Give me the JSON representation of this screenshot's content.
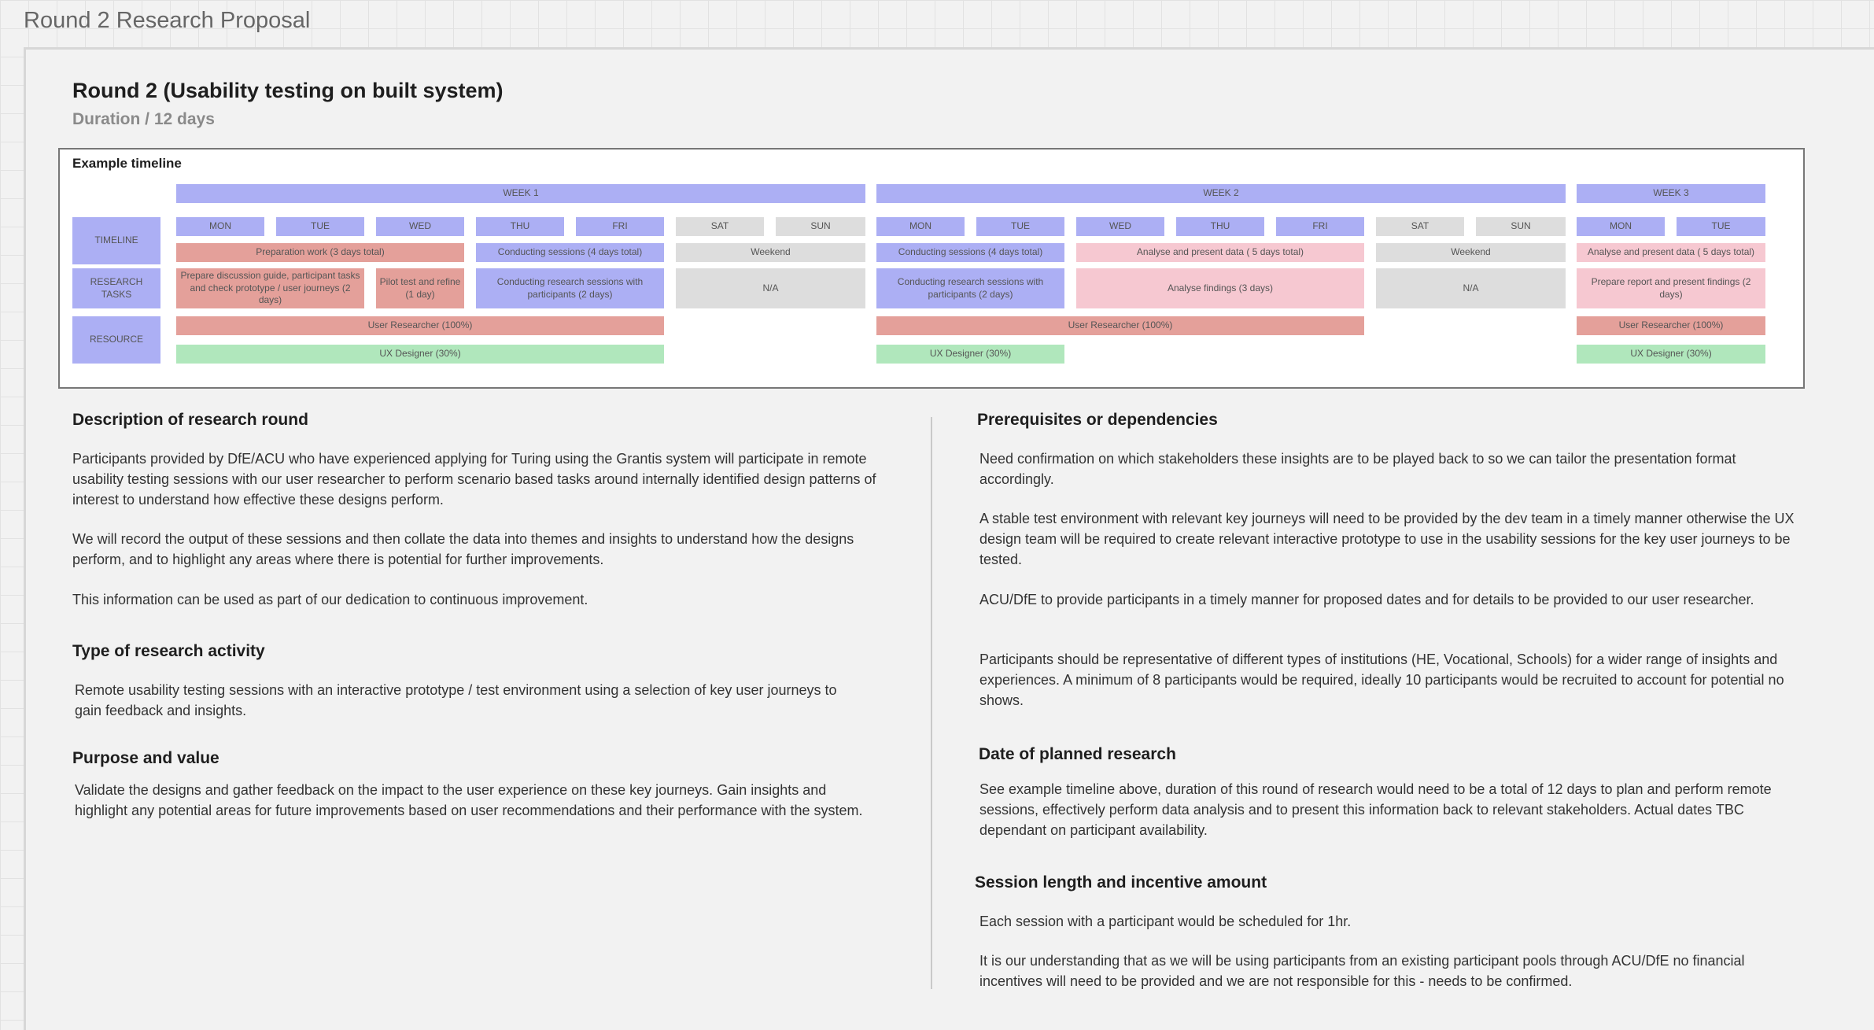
{
  "frame": {
    "title": "Round 2 Research Proposal"
  },
  "header": {
    "title": "Round 2 (Usability testing on built system)",
    "duration": "Duration / 12 days"
  },
  "timeline": {
    "title": "Example timeline",
    "row_labels": {
      "timeline": "TIMELINE",
      "tasks": "RESEARCH TASKS",
      "resource": "RESOURCE"
    },
    "weeks": [
      "WEEK 1",
      "WEEK 2",
      "WEEK 3"
    ],
    "days": [
      "MON",
      "TUE",
      "WED",
      "THU",
      "FRI",
      "SAT",
      "SUN",
      "MON",
      "TUE",
      "WED",
      "THU",
      "FRI",
      "SAT",
      "SUN",
      "MON",
      "TUE"
    ],
    "phases": [
      "Preparation work (3 days total)",
      "Conducting sessions (4 days total)",
      "Weekend",
      "Conducting sessions (4 days total)",
      "Analyse and present data ( 5 days total)",
      "Weekend",
      "Analyse and present data ( 5 days total)"
    ],
    "tasks": [
      "Prepare discussion guide, participant tasks and check prototype / user journeys (2 days)",
      "Pilot test and refine (1 day)",
      "Conducting research sessions with participants (2 days)",
      "N/A",
      "Conducting research sessions with participants (2 days)",
      "Analyse findings (3 days)",
      "N/A",
      "Prepare report and present findings (2 days)"
    ],
    "resources": {
      "researcher": [
        "User Researcher (100%)",
        "User Researcher (100%)",
        "User Researcher (100%)"
      ],
      "designer": [
        "UX Designer (30%)",
        "UX Designer (30%)",
        "UX Designer (30%)"
      ]
    }
  },
  "left": {
    "description": {
      "heading": "Description of research round",
      "paragraphs": [
        "Participants provided by DfE/ACU who have experienced applying for Turing using the Grantis system will participate in remote usability testing sessions with our user researcher to perform scenario based tasks around internally identified design patterns of interest  to understand how effective these designs perform.",
        "We will record the output of these sessions and then collate the data into themes and insights to understand how the designs perform, and to highlight any areas where there is potential for further improvements.",
        "This information can be used as part of our dedication to continuous improvement."
      ]
    },
    "type": {
      "heading": "Type of research activity",
      "text": "Remote usability testing sessions with an interactive prototype / test environment using a selection of key user journeys to gain feedback and insights."
    },
    "purpose": {
      "heading": "Purpose and value",
      "text": "Validate the designs and gather feedback on the impact to the user experience on these key journeys. Gain insights and highlight any potential areas for future improvements based on user recommendations and their performance with the system."
    }
  },
  "right": {
    "prereq": {
      "heading": "Prerequisites or dependencies",
      "paragraphs": [
        "Need confirmation on which stakeholders these insights are to be played back to so we can tailor the presentation format accordingly.",
        "A stable test environment with relevant key journeys will need to be provided by the dev team in a timely manner otherwise the UX design team will be required to create relevant interactive prototype to use in the usability sessions for the key user journeys to be tested.",
        "ACU/DfE to provide participants in a timely manner for proposed dates and for details to be provided to our user researcher.",
        "Participants should be representative of different types of institutions (HE, Vocational, Schools) for a wider range of insights and experiences. A minimum of 8 participants would be required, ideally 10 participants would be recruited to account for potential no shows."
      ]
    },
    "date": {
      "heading": "Date of planned research",
      "text": "See example timeline above, duration of this round of research would need to be a total of 12 days to plan and perform remote sessions, effectively perform data analysis and to present this information back to relevant stakeholders. Actual dates TBC dependant on participant availability."
    },
    "session": {
      "heading": "Session length and incentive amount",
      "paragraphs": [
        "Each session with a participant would be scheduled for 1hr.",
        "It is our understanding that as we will be using participants from an existing participant pools through ACU/DfE no financial incentives will need to be provided and we are not responsible for this - needs to be confirmed."
      ]
    }
  },
  "colors": {
    "timeline": "#acaff4",
    "weekend": "#dddddd",
    "researcher": "#e4a09a",
    "analysis": "#f6c8d1",
    "designer": "#b0e7bc"
  }
}
